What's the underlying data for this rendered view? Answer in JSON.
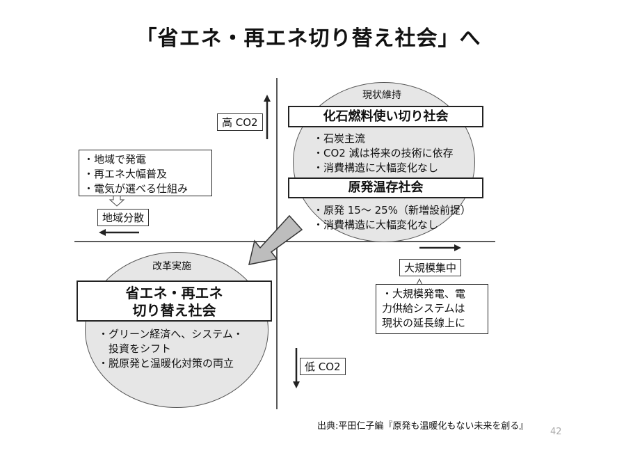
{
  "title": "「省エネ・再エネ切り替え社会」へ",
  "axes": {
    "high_co2": "高 CO2",
    "low_co2": "低 CO2",
    "regional": "地域分散",
    "centralized": "大規模集中"
  },
  "upper_right": {
    "circle_label": "現状維持",
    "box1_title": "化石燃料使い切り社会",
    "box1_items": [
      "・石炭主流",
      "・CO2 減は将来の技術に依存",
      "・消費構造に大幅変化なし"
    ],
    "box2_title": "原発温存社会",
    "box2_items": [
      "・原発 15～ 25%（新増設前提）",
      "・消費構造に大幅変化なし"
    ]
  },
  "lower_left": {
    "circle_label": "改革実施",
    "box_title_line1": "省エネ・再エネ",
    "box_title_line2": "切り替え社会",
    "items": [
      "・グリーン経済へ、システム・",
      "　投資をシフト",
      "・脱原発と温暖化対策の両立"
    ]
  },
  "regional_note": [
    "・地域で発電",
    "・再エネ大幅普及",
    "・電気が選べる仕組み"
  ],
  "central_note": [
    "・大規模発電、電",
    "力供給システムは",
    "現状の延長線上に"
  ],
  "source": "出典:平田仁子編『原発も温暖化もない未来を創る』",
  "page_number": "42"
}
